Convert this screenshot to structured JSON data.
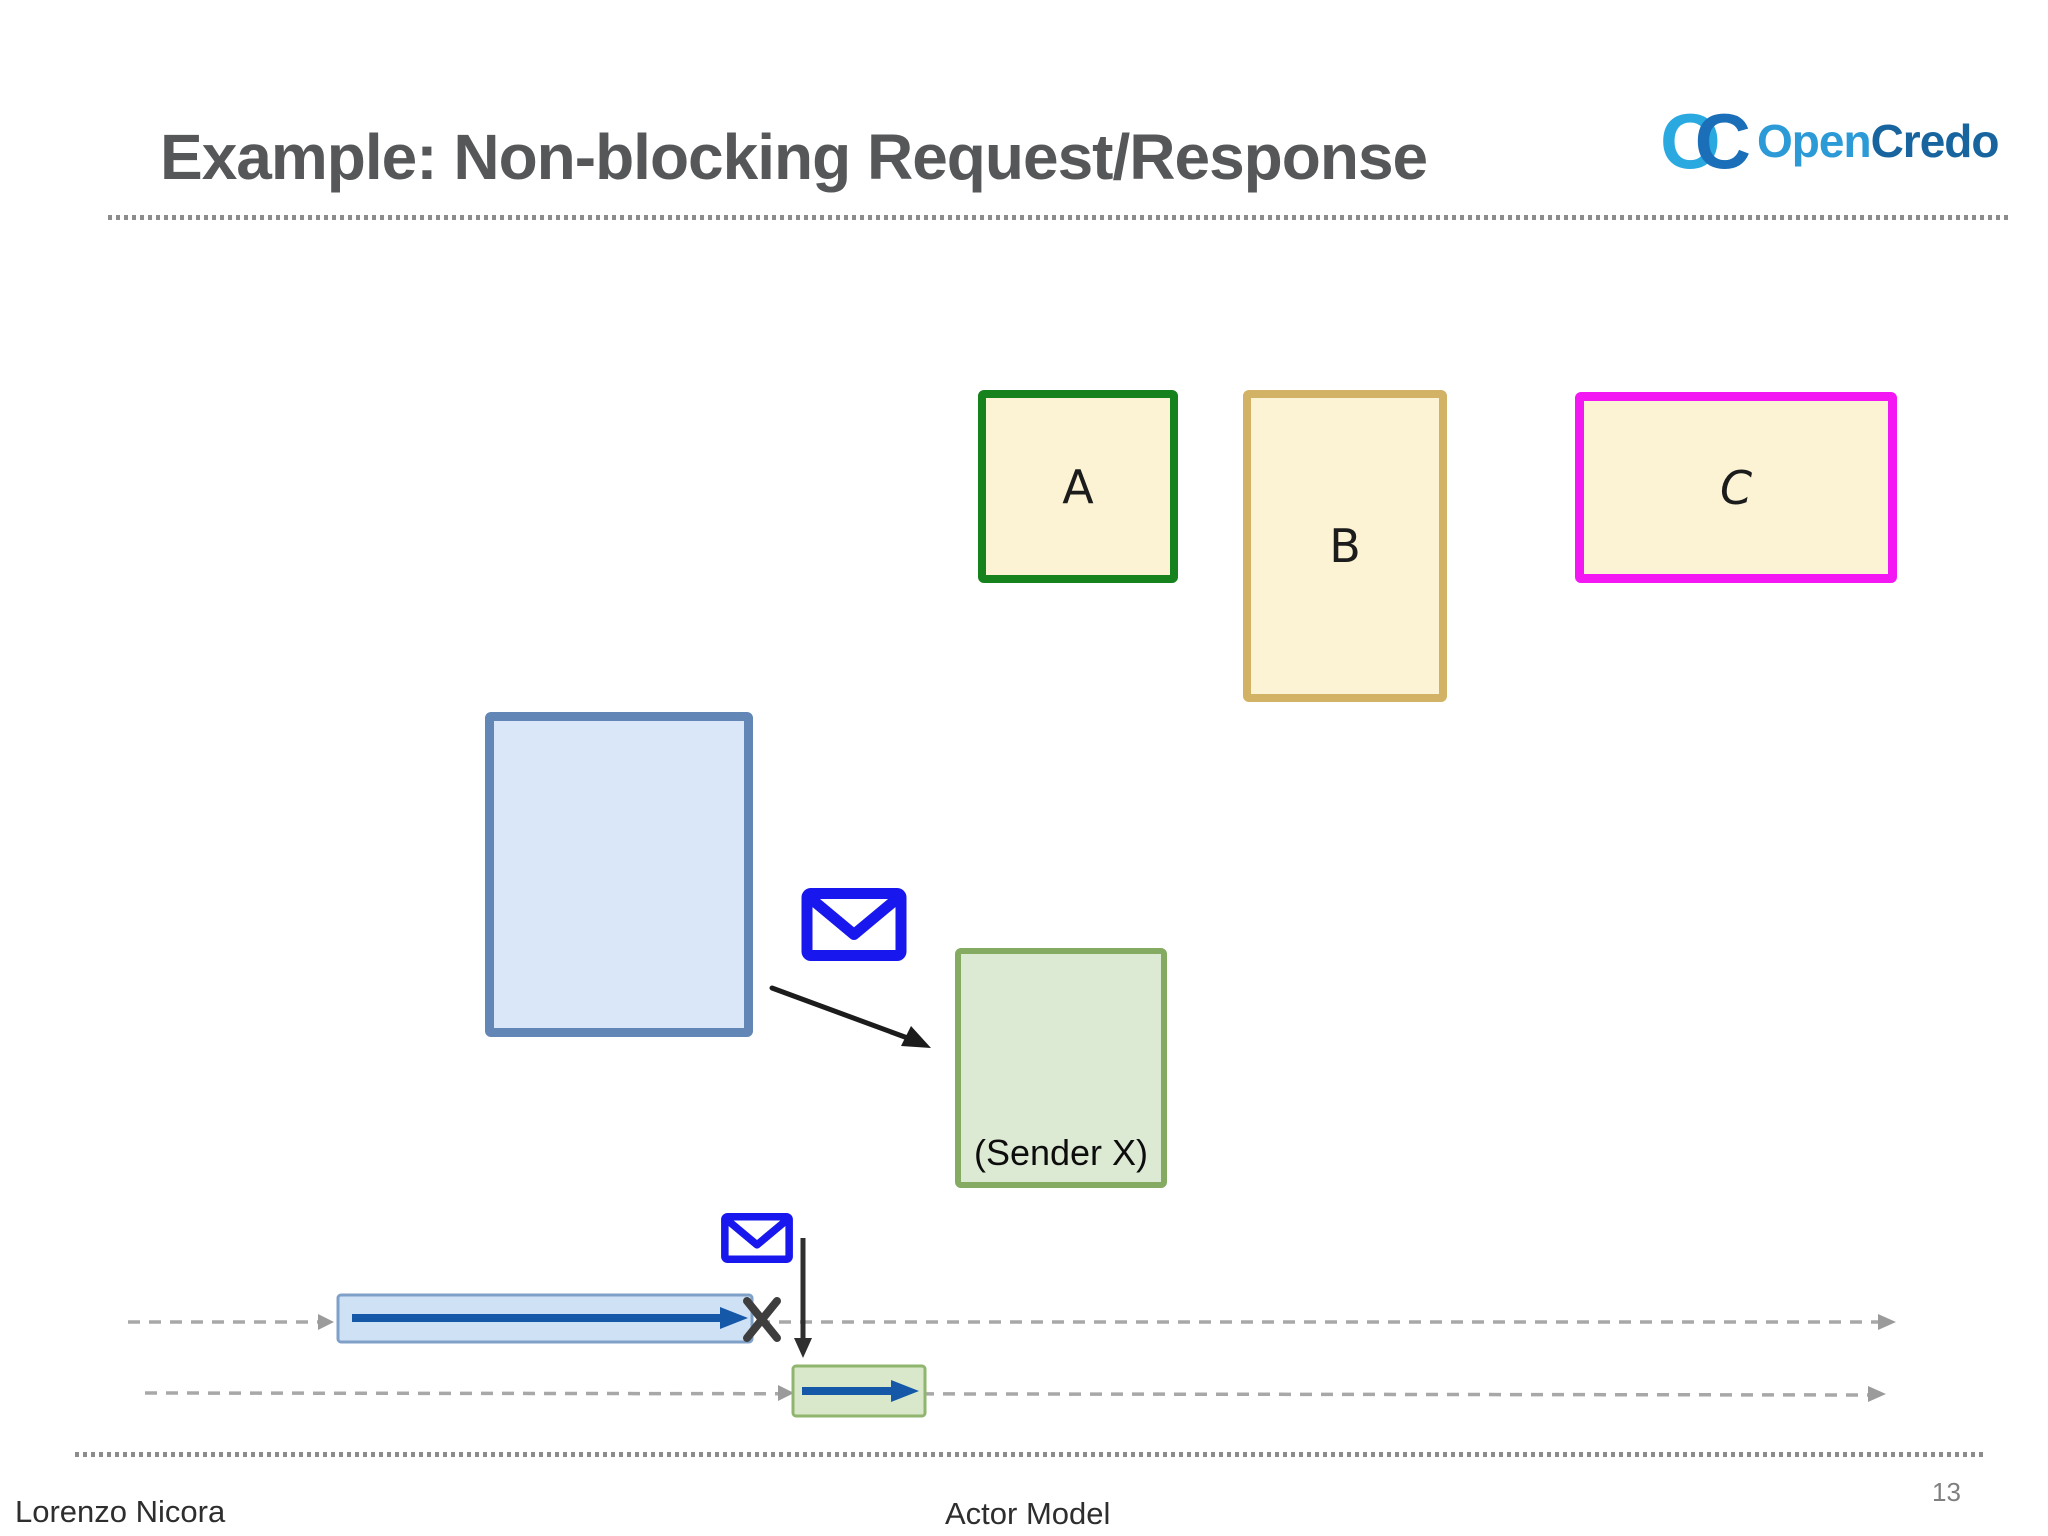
{
  "slide": {
    "title": "Example: Non-blocking Request/Response",
    "footer": {
      "author": "Lorenzo Nicora",
      "deck_title": "Actor Model",
      "page_number": "13"
    }
  },
  "logo": {
    "monogram_o": "O",
    "monogram_c": "C",
    "word_part1": "Open",
    "word_part2": "Credo",
    "colors": {
      "light_blue": "#2aa9e1",
      "dark_blue": "#1a6fb8"
    }
  },
  "diagram": {
    "actor_a": {
      "label": "A",
      "border_color": "#15821d",
      "fill": "#fbf3d3"
    },
    "actor_b": {
      "label": "B",
      "border_color": "#d2b264",
      "fill": "#fbf3d3"
    },
    "actor_c": {
      "label": "C",
      "border_color": "#f318f3",
      "fill": "#fbf3d3"
    },
    "requester_box": {
      "border_color": "#6286b6",
      "fill": "#d9e7f8"
    },
    "sender_box": {
      "label": "(Sender X)",
      "border_color": "#85ab62",
      "fill": "#dce9d3"
    },
    "icons": {
      "message_1": "envelope-icon",
      "message_2": "envelope-icon",
      "failure": "x-cross-mark"
    },
    "message_color": "#1717ee",
    "timeline": {
      "line_color": "#a8a8a8",
      "activity_arrow_color": "#1558a8",
      "blue_bar_fill": "#cfe1f5",
      "blue_bar_border": "#7fa1c8",
      "green_bar_fill": "#d9e8cb",
      "green_bar_border": "#8fb56e"
    }
  }
}
